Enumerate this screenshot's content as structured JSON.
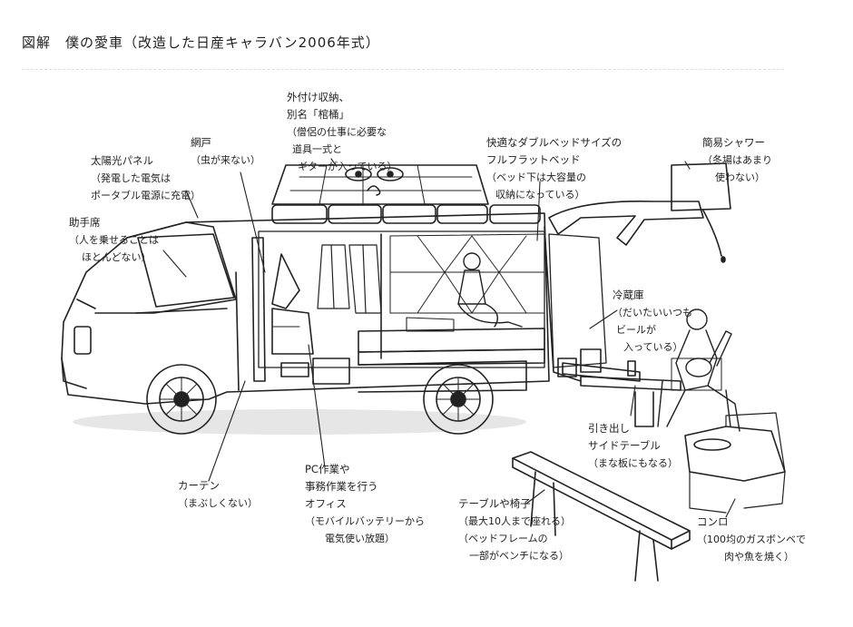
{
  "title": "図解　僕の愛車（改造した日産キャラバン2006年式）",
  "labels": {
    "storage": [
      "外付け収納、",
      "別名「棺桶」",
      "（僧侶の仕事に必要な",
      "道具一式と",
      "ギターが入っている）"
    ],
    "screen": [
      "網戸",
      "（虫が来ない）"
    ],
    "solar": [
      "太陽光パネル",
      "（発電した電気は",
      "ポータブル電源に充電）"
    ],
    "bed": [
      "快適なダブルベッドサイズの",
      "フルフラットベッド",
      "（ベッド下は大容量の",
      "収納になっている）"
    ],
    "shower": [
      "簡易シャワー",
      "（冬場はあまり",
      "使わない）"
    ],
    "passenger": [
      "助手席",
      "（人を乗せることは",
      "ほとんどない）"
    ],
    "fridge": [
      "冷蔵庫",
      "（だいたいいつも",
      "ビールが",
      "入っている）"
    ],
    "drawer": [
      "引き出し",
      "サイドテーブル",
      "（まな板にもなる）"
    ],
    "curtain": [
      "カーテン",
      "（まぶしくない）"
    ],
    "office": [
      "PC作業や",
      "事務作業を行う",
      "オフィス",
      "（モバイルバッテリーから",
      "電気使い放題）"
    ],
    "bench": [
      "テーブルや椅子",
      "（最大10人まで座れる）",
      "（ベッドフレームの",
      "一部がベンチになる）"
    ],
    "stove": [
      "コンロ",
      "（100均のガスボンベで",
      "肉や魚を焼く）"
    ]
  },
  "colors": {
    "ink": "#222222",
    "paper": "#ffffff"
  }
}
